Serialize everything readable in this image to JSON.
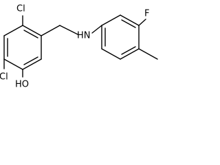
{
  "molecule": {
    "atoms": {
      "cl_top": "Cl",
      "cl_bottom": "Cl",
      "hydroxyl": "HO",
      "amine": "HN",
      "fluorine": "F"
    },
    "colors": {
      "bond": "#000000",
      "label": "#000000",
      "background": "#ffffff"
    }
  }
}
